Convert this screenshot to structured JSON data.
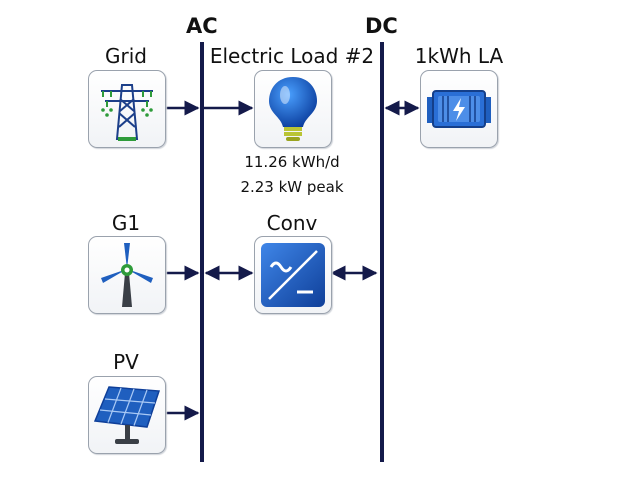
{
  "buses": {
    "ac": "AC",
    "dc": "DC"
  },
  "components": {
    "grid": {
      "label": "Grid",
      "icon": "power-tower-icon"
    },
    "load": {
      "label": "Electric Load #2",
      "energy": "11.26 kWh/d",
      "peak": "2.23 kW peak",
      "icon": "light-bulb-icon"
    },
    "battery": {
      "label": "1kWh LA",
      "icon": "battery-icon"
    },
    "generator": {
      "label": "G1",
      "icon": "wind-turbine-icon"
    },
    "converter": {
      "label": "Conv",
      "icon": "converter-icon"
    },
    "pv": {
      "label": "PV",
      "icon": "solar-panel-icon"
    }
  },
  "colors": {
    "bus": "#141a4a",
    "accent": "#1f5fbf"
  }
}
